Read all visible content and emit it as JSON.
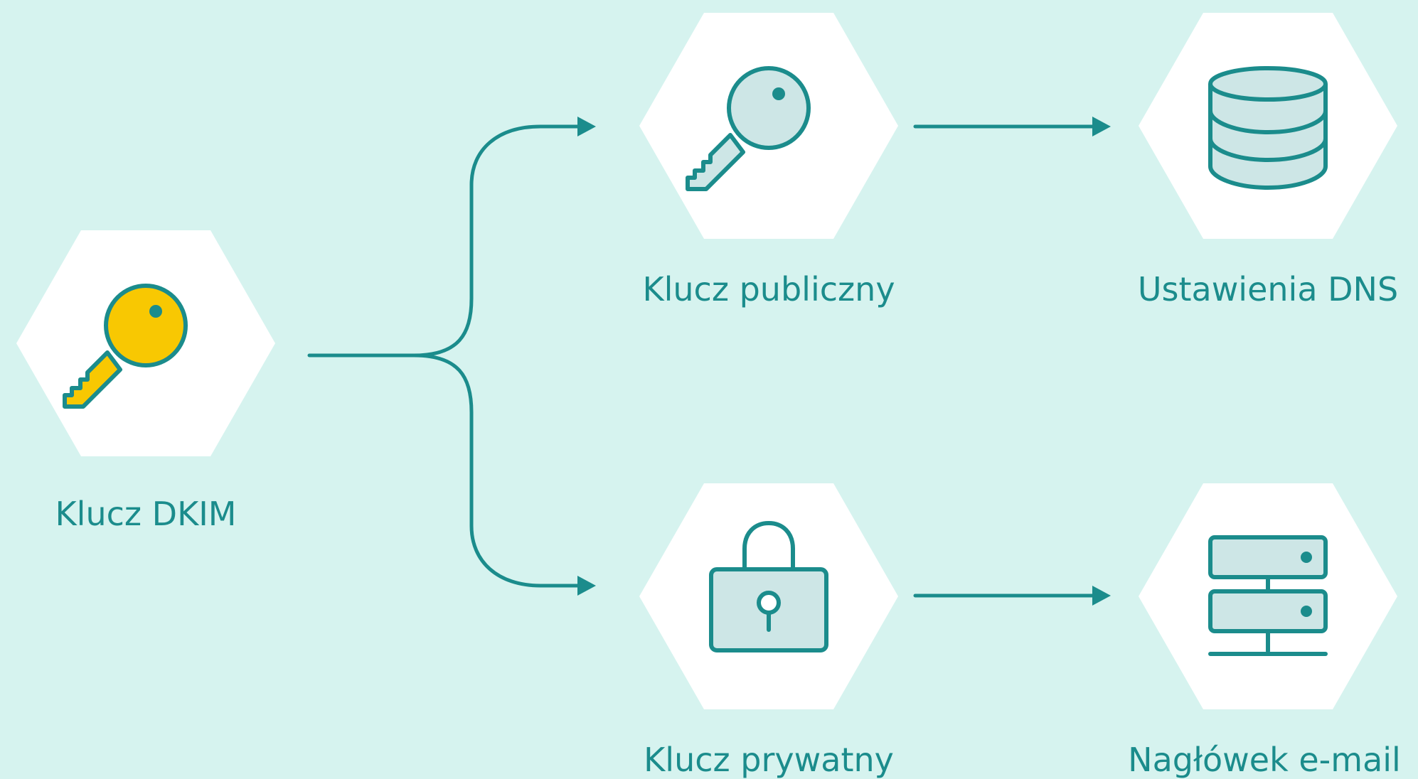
{
  "colors": {
    "background": "#d6f3ef",
    "accent": "#1b8c8c",
    "hexagon": "#ffffff",
    "icon_fill": "#cde6e6",
    "key_highlight": "#f8c802"
  },
  "nodes": {
    "dkim": {
      "label": "Klucz DKIM",
      "icon": "key-icon"
    },
    "public_key": {
      "label": "Klucz publiczny",
      "icon": "key-icon"
    },
    "private_key": {
      "label": "Klucz prywatny",
      "icon": "padlock-icon"
    },
    "dns_settings": {
      "label": "Ustawienia DNS",
      "icon": "database-icon"
    },
    "email_header": {
      "label": "Nagłówek e-mail",
      "icon": "server-icon"
    }
  },
  "edges": [
    {
      "from": "dkim",
      "to": "public_key"
    },
    {
      "from": "dkim",
      "to": "private_key"
    },
    {
      "from": "public_key",
      "to": "dns_settings"
    },
    {
      "from": "private_key",
      "to": "email_header"
    }
  ]
}
